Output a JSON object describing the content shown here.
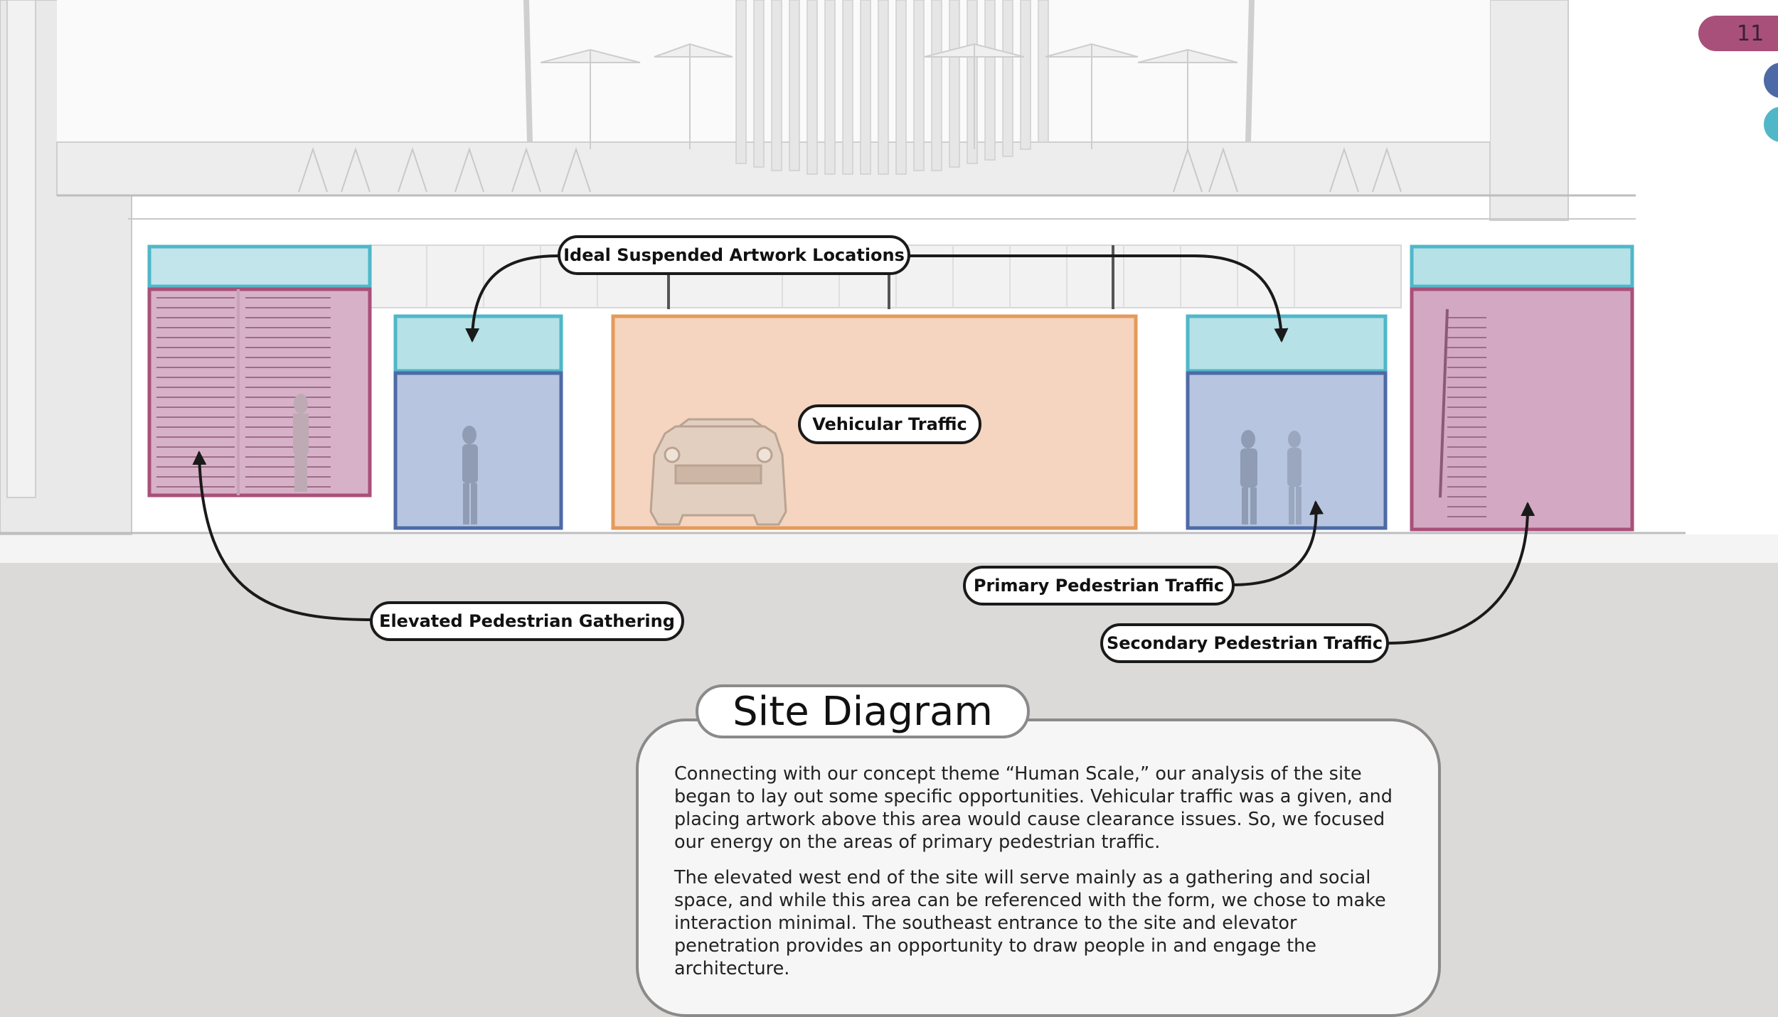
{
  "page_number": "11",
  "colors": {
    "pink": "#d3a8c2",
    "pink_stroke": "#a8507a",
    "cyan": "#b6e1e6",
    "cyan_stroke": "#4fb7c8",
    "blue": "#b7c5e0",
    "blue_stroke": "#4e6aa6",
    "orange": "#f5d5c0",
    "orange_stroke": "#e59a5a",
    "page_badge": "#a8507a",
    "tab_blue": "#4e6aa6",
    "tab_cyan": "#4fb7c8"
  },
  "callouts": {
    "artwork": "Ideal Suspended Artwork Locations",
    "vehicular": "Vehicular Traffic",
    "primary": "Primary Pedestrian Traffic",
    "elevated": "Elevated Pedestrian Gathering",
    "secondary": "Secondary Pedestrian Traffic"
  },
  "section": {
    "title": "Site Diagram",
    "paragraphs": [
      "Connecting with our concept theme “Human Scale,” our analysis of the site began to lay out some specific opportunities. Vehicular traffic was a given, and placing artwork above this area would cause clearance issues. So, we focused our energy on the areas of primary pedestrian traffic.",
      "The elevated west end of the site will serve mainly as a gathering and social space, and while this area can be referenced with the form, we chose to make interaction minimal. The southeast entrance to the site and elevator penetration provides an opportunity to draw people in and engage the architecture."
    ]
  }
}
